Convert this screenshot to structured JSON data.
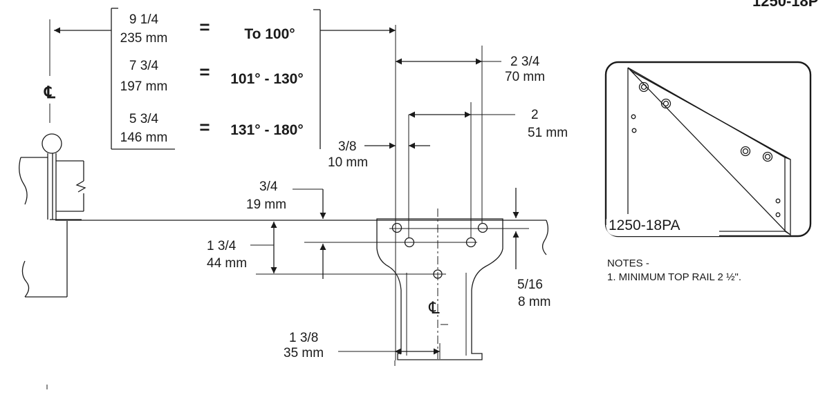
{
  "header_partial": "1250-18P",
  "angle_table": [
    {
      "inch": "9 1/4",
      "mm": "235 mm",
      "eq": "=",
      "angle": "To 100°"
    },
    {
      "inch": "7 3/4",
      "mm": "197 mm",
      "eq": "=",
      "angle": "101° - 130°"
    },
    {
      "inch": "5 3/4",
      "mm": "146 mm",
      "eq": "=",
      "angle": "131° - 180°"
    }
  ],
  "centerline_symbol": "℄",
  "dimensions": {
    "d_2_3_4": {
      "inch": "2 3/4",
      "mm": "70 mm"
    },
    "d_2": {
      "inch": "2",
      "mm": "51 mm"
    },
    "d_3_8": {
      "inch": "3/8",
      "mm": "10 mm"
    },
    "d_3_4": {
      "inch": "3/4",
      "mm": "19 mm"
    },
    "d_1_3_4": {
      "inch": "1 3/4",
      "mm": "44 mm"
    },
    "d_5_16": {
      "inch": "5/16",
      "mm": "8 mm"
    },
    "d_1_3_8": {
      "inch": "1 3/8",
      "mm": "35 mm"
    }
  },
  "inset": {
    "label": "1250-18PA"
  },
  "notes": {
    "heading": "NOTES -",
    "items": [
      "1. MINIMUM TOP RAIL 2 ½\"."
    ]
  }
}
